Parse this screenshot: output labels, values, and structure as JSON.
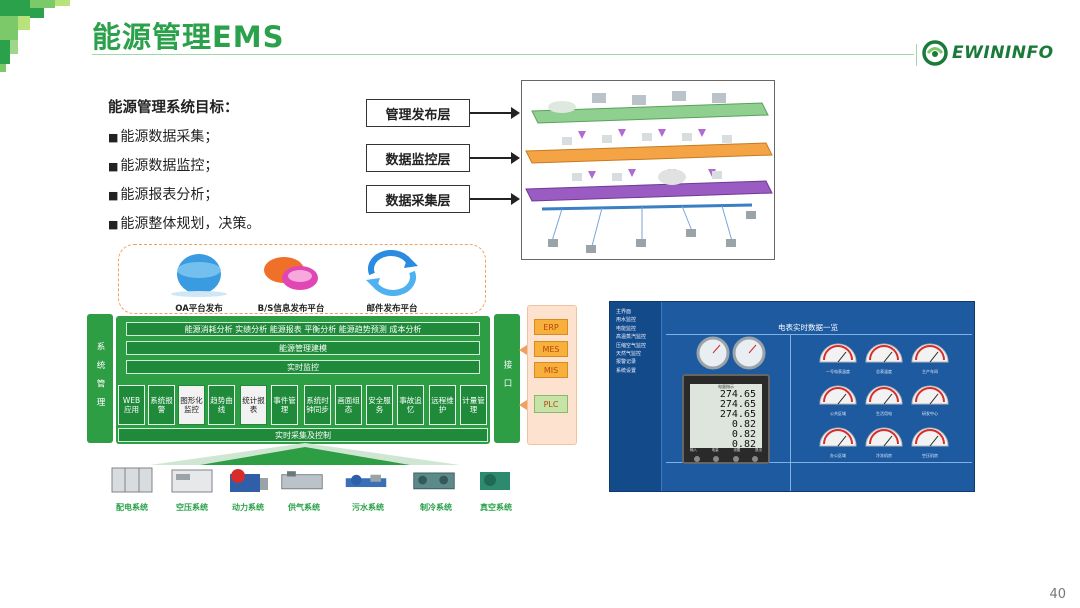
{
  "header": {
    "title": "能源管理EMS",
    "logo_text": "EWININFO",
    "brand_color": "#2aa14a"
  },
  "goals": {
    "heading": "能源管理系统目标：",
    "items": [
      "能源数据采集；",
      "能源数据监控；",
      "能源报表分析；",
      "能源整体规划，决策。"
    ]
  },
  "layers": {
    "labels": [
      "管理发布层",
      "数据监控层",
      "数据采集层"
    ]
  },
  "architecture": {
    "platforms": [
      "OA平台发布",
      "B/S信息发布平台",
      "邮件发布平台"
    ],
    "system_management": "系统管理",
    "interface": "接口",
    "bars": [
      "能源消耗分析 实绩分析 能源报表 平衡分析 能源趋势预测 成本分析",
      "能源管理建模",
      "实时监控",
      "实时采集及控制"
    ],
    "modules": [
      {
        "label": "WEB应用",
        "light": false
      },
      {
        "label": "系统报警",
        "light": false
      },
      {
        "label": "图形化监控",
        "light": true
      },
      {
        "label": "趋势曲线",
        "light": false
      },
      {
        "label": "统计报表",
        "light": true
      },
      {
        "label": "事件管理",
        "light": false
      },
      {
        "label": "系统时钟同步",
        "light": false
      },
      {
        "label": "画面组态",
        "light": false
      },
      {
        "label": "安全服务",
        "light": false
      },
      {
        "label": "事故追忆",
        "light": false
      },
      {
        "label": "远程维护",
        "light": false
      },
      {
        "label": "计量管理",
        "light": false
      }
    ],
    "interfaces": [
      "ERP",
      "MES",
      "MIS"
    ],
    "plc": "PLC",
    "devices": [
      "配电系统",
      "空压系统",
      "动力系统",
      "供气系统",
      "污水系统",
      "制冷系统",
      "真空系统"
    ]
  },
  "monitor": {
    "title": "电表实时数据一览",
    "menu": [
      "主界面",
      "用水监控",
      "电能监控",
      "高温蒸汽监控",
      "压缩空气监控",
      "天然气监控",
      "报警记录",
      "系统设置"
    ],
    "meter_title": "电量指示",
    "meter_values": [
      "274.65",
      "274.65",
      "274.65",
      "0.82",
      "0.82",
      "0.82"
    ],
    "meter_buttons": [
      "输入",
      "电量",
      "设置",
      "退出"
    ],
    "gauge_labels": [
      "一号电表温度",
      "总表温度",
      "主产车间",
      "公共区域",
      "生活用电",
      "研发中心",
      "办公区域",
      "冷冻机房",
      "空压机房"
    ]
  },
  "page_number": "40"
}
